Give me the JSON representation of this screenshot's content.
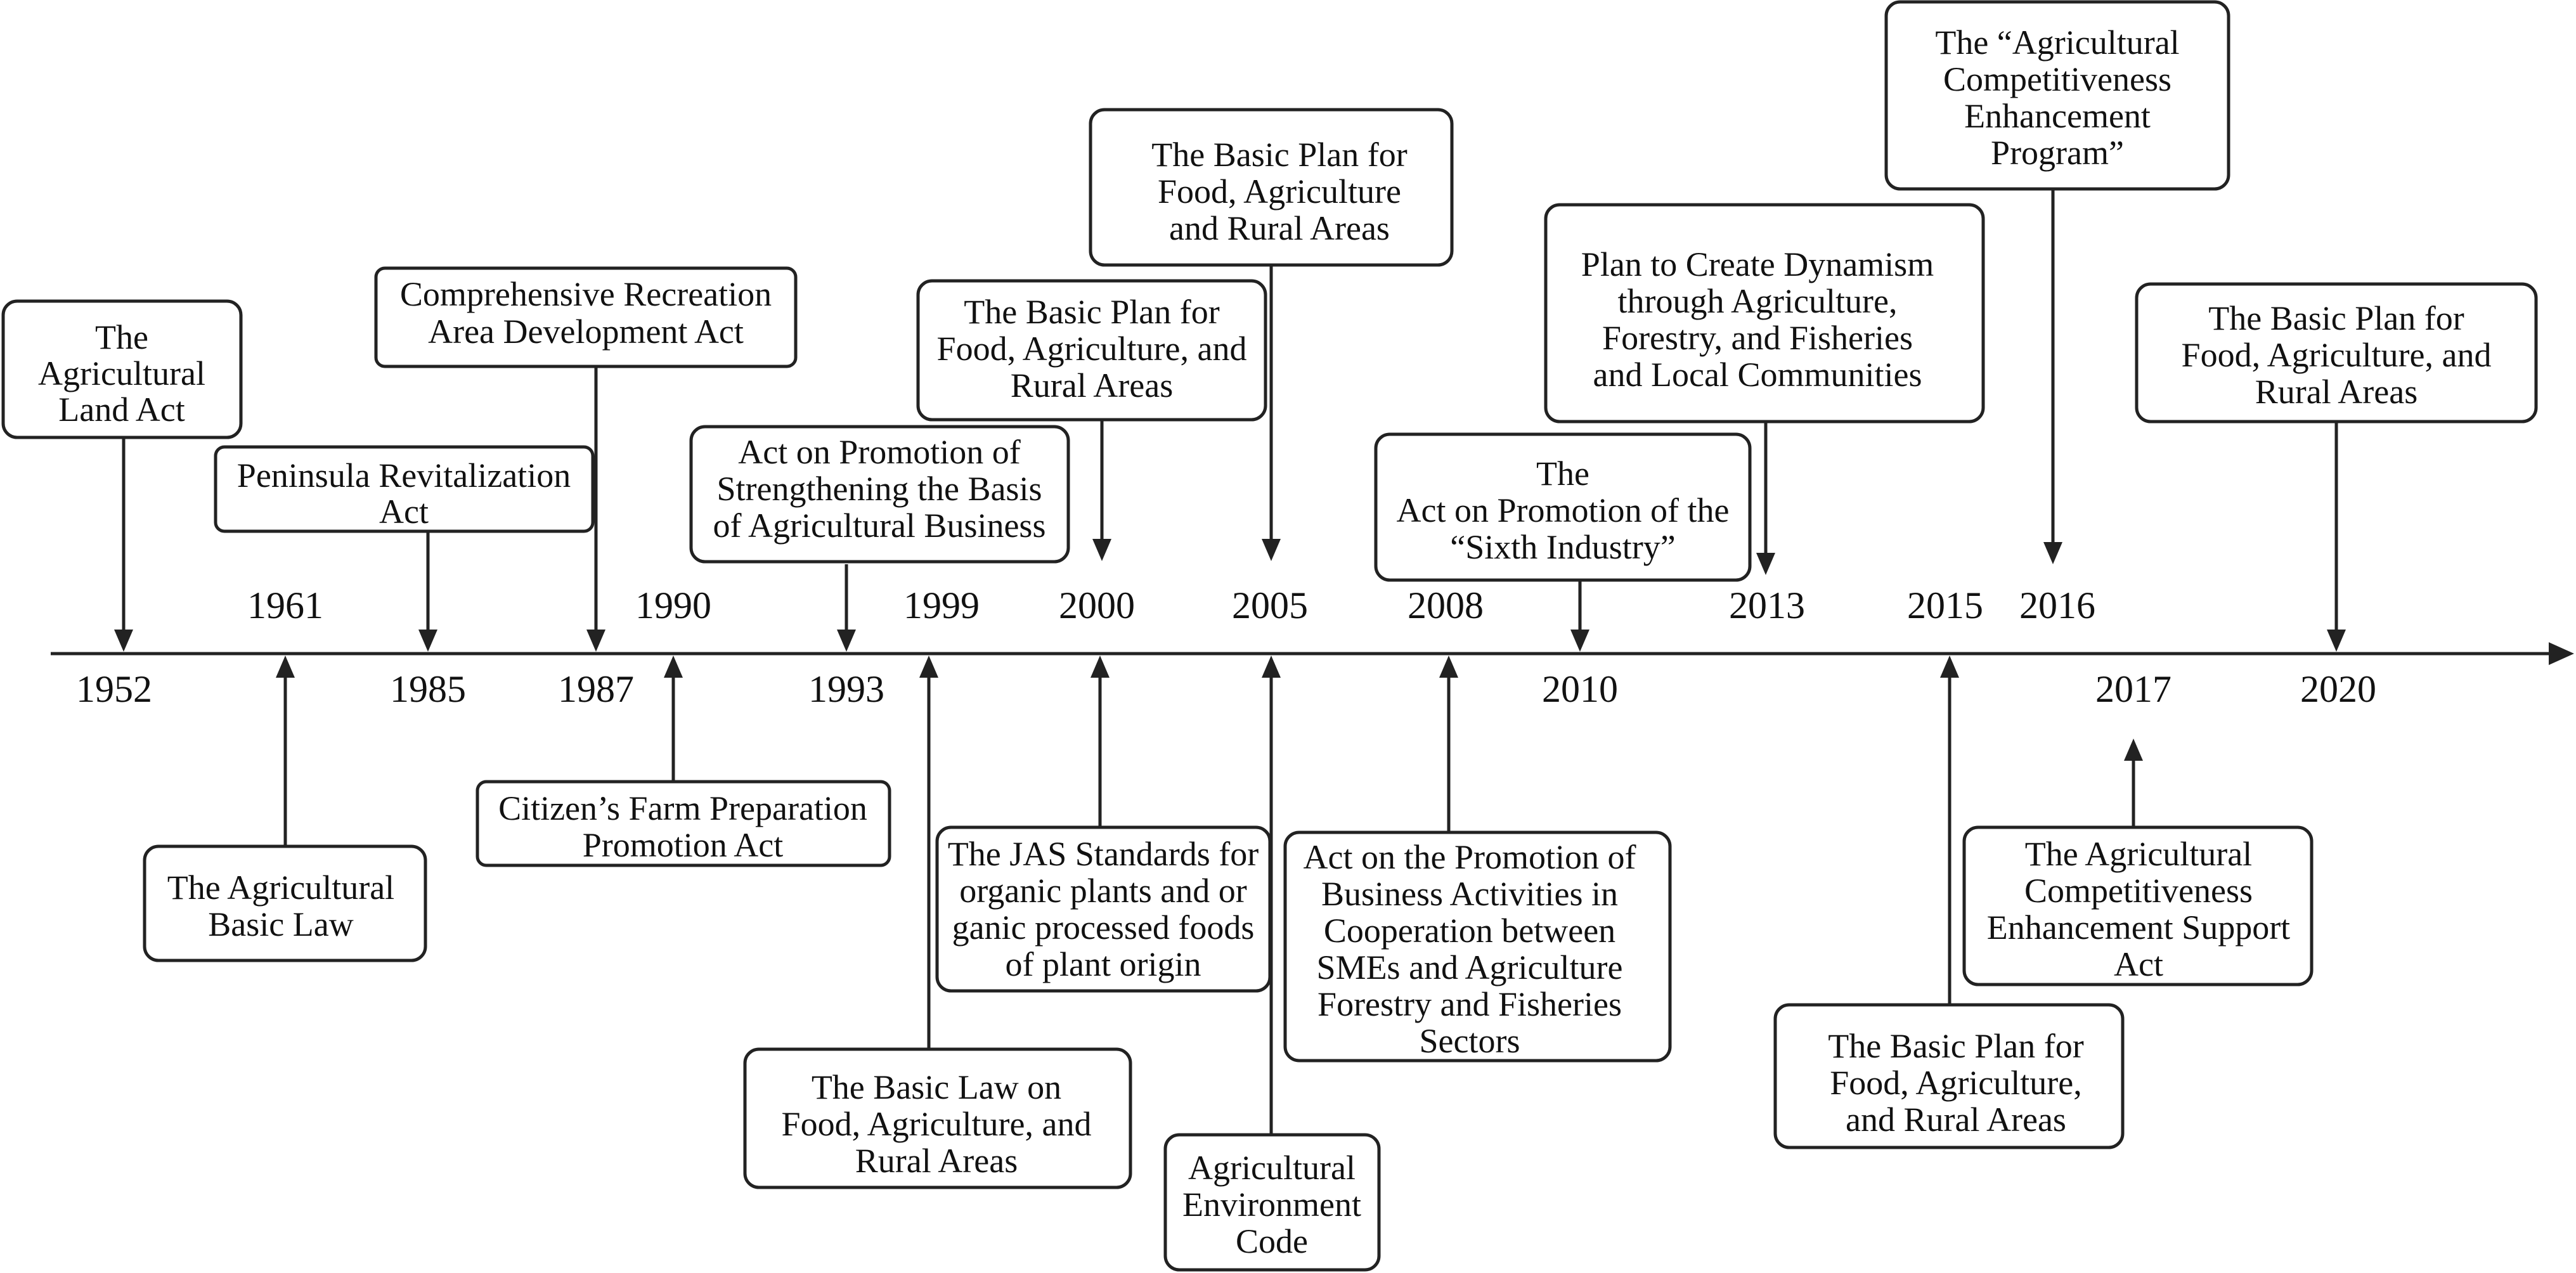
{
  "timeline": {
    "years": [
      "1952",
      "1961",
      "1985",
      "1987",
      "1990",
      "1993",
      "1999",
      "2000",
      "2005",
      "2008",
      "2010",
      "2013",
      "2015",
      "2016",
      "2017",
      "2020"
    ],
    "events": [
      {
        "year": "1952",
        "lines": [
          "The",
          "Agricultural",
          "Land Act"
        ]
      },
      {
        "year": "1961",
        "lines": [
          "The Agricultural",
          "Basic Law"
        ]
      },
      {
        "year": "1985",
        "lines": [
          "Peninsula Revitalization",
          "Act"
        ]
      },
      {
        "year": "1987",
        "lines": [
          "Comprehensive Recreation",
          "Area Development Act"
        ]
      },
      {
        "year": "1990",
        "lines": [
          "Citizen’s Farm Preparation",
          "Promotion Act"
        ]
      },
      {
        "year": "1993",
        "lines": [
          "Act on Promotion of",
          "Strengthening the Basis",
          "of Agricultural Business"
        ]
      },
      {
        "year": "1999",
        "lines": [
          "The Basic Law on",
          "Food, Agriculture, and",
          "Rural Areas"
        ]
      },
      {
        "year": "2000",
        "lines": [
          "The Basic Plan for",
          "Food, Agriculture, and",
          "Rural Areas"
        ]
      },
      {
        "year": "2000",
        "lines": [
          "The JAS Standards for",
          "organic plants and or",
          "ganic processed foods",
          "of plant origin"
        ]
      },
      {
        "year": "2005",
        "lines": [
          "The Basic Plan for",
          "Food, Agriculture",
          "and Rural Areas"
        ]
      },
      {
        "year": "2005",
        "lines": [
          "Agricultural",
          "Environment",
          "Code"
        ]
      },
      {
        "year": "2008",
        "lines": [
          "Act on the Promotion of",
          "Business Activities in",
          "Cooperation between",
          "SMEs and Agriculture",
          "Forestry and Fisheries",
          "Sectors"
        ]
      },
      {
        "year": "2010",
        "lines": [
          "The",
          "Act on Promotion of the",
          "“Sixth Industry”"
        ]
      },
      {
        "year": "2013",
        "lines": [
          "Plan to Create Dynamism",
          "through Agriculture,",
          "Forestry, and Fisheries",
          "and Local Communities"
        ]
      },
      {
        "year": "2015",
        "lines": [
          "The Basic Plan for",
          "Food, Agriculture,",
          "and Rural Areas"
        ]
      },
      {
        "year": "2016",
        "lines": [
          "The “Agricultural",
          "Competitiveness",
          "Enhancement",
          "Program”"
        ]
      },
      {
        "year": "2017",
        "lines": [
          "The Agricultural",
          "Competitiveness",
          "Enhancement Support",
          "Act"
        ]
      },
      {
        "year": "2020",
        "lines": [
          "The Basic Plan for",
          "Food, Agriculture, and",
          "Rural Areas"
        ]
      }
    ]
  }
}
